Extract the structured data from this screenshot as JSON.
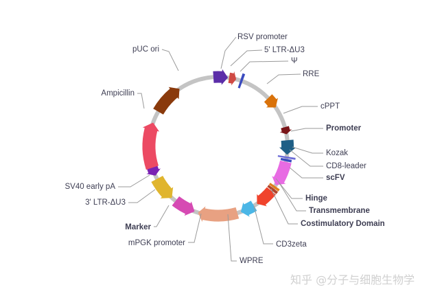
{
  "map": {
    "backbone_color": "#c4c4c4",
    "features": [
      {
        "id": "rsv",
        "label": "RSV promoter",
        "color": "#5b2da8",
        "bold": false
      },
      {
        "id": "ltr5",
        "label": "5' LTR-ΔU3",
        "color": "#cf4a44",
        "bold": false
      },
      {
        "id": "psi",
        "label": "Ψ",
        "color": "#3a4bbf",
        "bold": false
      },
      {
        "id": "rre",
        "label": "RRE",
        "color": "#d9720a",
        "bold": false
      },
      {
        "id": "cppt",
        "label": "cPPT",
        "color": "#7a1518",
        "bold": false
      },
      {
        "id": "promoter",
        "label": "Promoter",
        "color": "#1e5f86",
        "bold": true
      },
      {
        "id": "kozak",
        "label": "Kozak",
        "color": "#6b6bd6",
        "bold": false
      },
      {
        "id": "cd8leader",
        "label": "CD8-leader",
        "color": "#3a4bbf",
        "bold": false
      },
      {
        "id": "scfv",
        "label": "scFV",
        "color": "#e86be3",
        "bold": true
      },
      {
        "id": "hinge",
        "label": "Hinge",
        "color": "#e07e1f",
        "bold": true
      },
      {
        "id": "transmembrane",
        "label": "Transmembrane",
        "color": "#b0442b",
        "bold": true
      },
      {
        "id": "costim",
        "label": "Costimulatory Domain",
        "color": "#f0432c",
        "bold": true
      },
      {
        "id": "cd3zeta",
        "label": "CD3zeta",
        "color": "#4bb6e6",
        "bold": false
      },
      {
        "id": "wpre",
        "label": "WPRE",
        "color": "#e8a182",
        "bold": false
      },
      {
        "id": "mpgk",
        "label": "mPGK promoter",
        "color": "#d64ab3",
        "bold": false
      },
      {
        "id": "marker",
        "label": "Marker",
        "color": "#e0b52e",
        "bold": true
      },
      {
        "id": "ltr3",
        "label": "3' LTR-ΔU3",
        "color": "#7a22b3",
        "bold": false
      },
      {
        "id": "sv40",
        "label": "SV40 early pA",
        "color": "#1a6b62",
        "bold": false
      },
      {
        "id": "amp",
        "label": "Ampicillin",
        "color": "#ec4a63",
        "bold": false
      },
      {
        "id": "puc",
        "label": "pUC ori",
        "color": "#8a3a0c",
        "bold": false
      }
    ]
  },
  "watermark": "知乎 @分子与细胞生物学"
}
